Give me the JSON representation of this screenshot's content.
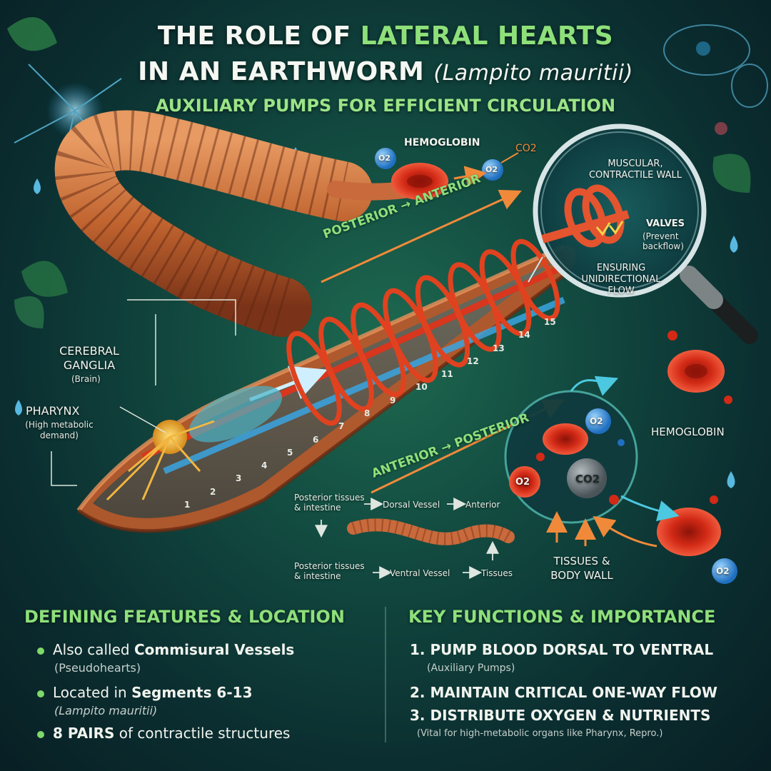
{
  "title": {
    "line1_prefix": "THE ROLE OF ",
    "line1_highlight": "LATERAL HEARTS",
    "line2_prefix": "IN AN EARTHWORM ",
    "line2_italic": "(Lampito mauritii)"
  },
  "subtitle": "AUXILIARY PUMPS FOR EFFICIENT CIRCULATION",
  "labels": {
    "hemoglobin_top": "HEMOGLOBIN",
    "o2": "O2",
    "co2": "CO2",
    "cerebral_ganglia": "CEREBRAL GANGLIA",
    "brain": "(Brain)",
    "pharynx": "PHARYNX",
    "pharynx_note": "(High metabolic demand)",
    "posterior_to_anterior": "POSTERIOR → ANTERIOR",
    "anterior_to_posterior": "ANTERIOR → POSTERIOR",
    "hemoglobin_right": "HEMOGLOBIN",
    "tissues_body_wall": "TISSUES & BODY WALL"
  },
  "segments": [
    "1",
    "2",
    "3",
    "4",
    "5",
    "6",
    "7",
    "8",
    "9",
    "10",
    "11",
    "12",
    "13",
    "14",
    "15"
  ],
  "magnifier": {
    "muscular_wall": "MUSCULAR, CONTRACTILE WALL",
    "valves": "VALVES",
    "valves_note": "(Prevent backflow)",
    "ensuring": "ENSURING UNIDIRECTIONAL FLOW"
  },
  "flow_diagram": {
    "top_source": "Posterior tissues & intestine",
    "top_vessel": "Dorsal Vessel",
    "top_dest": "Anterior",
    "bottom_source": "Posterior tissues & intestine",
    "bottom_vessel": "Ventral Vessel",
    "bottom_dest": "Tissues"
  },
  "features": {
    "heading": "DEFINING FEATURES & LOCATION",
    "items": [
      {
        "pre": "Also called ",
        "bold": "Commisural Vessels",
        "post": "",
        "sub": "(Pseudohearts)"
      },
      {
        "pre": "Located in ",
        "bold": "Segments 6-13",
        "post": "",
        "sub": "(Lampito mauritii)"
      },
      {
        "pre": "",
        "bold": "8 PAIRS",
        "post": " of contractile structures",
        "sub": ""
      }
    ]
  },
  "functions": {
    "heading": "KEY FUNCTIONS & IMPORTANCE",
    "items": [
      {
        "label": "1. PUMP BLOOD DORSAL TO VENTRAL",
        "sub": "(Auxiliary Pumps)"
      },
      {
        "label": "2. MAINTAIN CRITICAL ONE-WAY FLOW",
        "sub": ""
      },
      {
        "label": "3. DISTRIBUTE OXYGEN & NUTRIENTS",
        "sub": "(Vital for high-metabolic organs like Pharynx, Repro.)"
      }
    ]
  },
  "colors": {
    "accent_green": "#8ee07a",
    "worm": "#c86a3c",
    "vessel_red": "#d8361e",
    "ventral_blue": "#3aa4e0",
    "background": "#0b2e30"
  }
}
